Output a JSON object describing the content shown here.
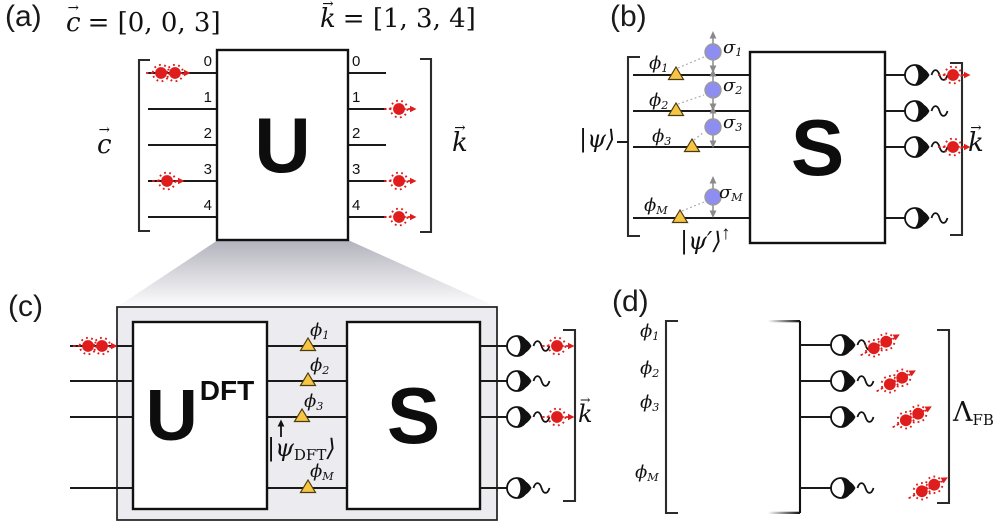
{
  "colors": {
    "photon-red": "#e01d1d",
    "spin-blue": "#8e8ef2",
    "phase-yellow": "#f6c544",
    "inset-gray": "#ececf0",
    "ink": "#111111"
  },
  "panels": {
    "a": {
      "label": "(a)",
      "eq_in": {
        "letter": "c",
        "arrow": "→",
        "rest": "= [0, 0, 3]"
      },
      "eq_out": {
        "letter": "k",
        "arrow": "→",
        "rest": "= [1, 3, 4]"
      },
      "bracket_in": {
        "letter": "c",
        "arrow": "→"
      },
      "bracket_out": {
        "letter": "k",
        "arrow": "→"
      },
      "unitary": "U",
      "modes_in": [
        "0",
        "1",
        "2",
        "3",
        "4"
      ],
      "modes_out": [
        "0",
        "1",
        "2",
        "3",
        "4"
      ]
    },
    "b": {
      "label": "(b)",
      "input_state": "|ψ⟩",
      "scatter": "S",
      "phases": [
        {
          "base": "ϕ",
          "sub": "1"
        },
        {
          "base": "ϕ",
          "sub": "2"
        },
        {
          "base": "ϕ",
          "sub": "3"
        },
        {
          "base": "ϕ",
          "sub": "M"
        }
      ],
      "spins": [
        {
          "base": "σ",
          "sub": "1"
        },
        {
          "base": "σ",
          "sub": "2"
        },
        {
          "base": "σ",
          "sub": "3"
        },
        {
          "base": "σ",
          "sub": "M"
        }
      ],
      "evolved_state": "|ψ′⟩",
      "evolved_arrow": "↑",
      "bracket_out": {
        "letter": "k",
        "arrow": "→"
      }
    },
    "c": {
      "label": "(c)",
      "dft": {
        "base": "U",
        "sup": "DFT"
      },
      "scatter": "S",
      "phases": [
        {
          "base": "ϕ",
          "sub": "1"
        },
        {
          "base": "ϕ",
          "sub": "2"
        },
        {
          "base": "ϕ",
          "sub": "3"
        },
        {
          "base": "ϕ",
          "sub": "M"
        }
      ],
      "dft_state": {
        "pre": "|ψ",
        "sub": "DFT",
        "post": "⟩"
      },
      "dft_state_arrow": "↑",
      "bracket_out": {
        "letter": "k",
        "arrow": "→"
      }
    },
    "d": {
      "label": "(d)",
      "phases": [
        {
          "base": "ϕ",
          "sub": "1"
        },
        {
          "base": "ϕ",
          "sub": "2"
        },
        {
          "base": "ϕ",
          "sub": "3"
        },
        {
          "base": "ϕ",
          "sub": "M"
        }
      ],
      "result": {
        "base": "Λ",
        "sub": "FB"
      }
    }
  }
}
